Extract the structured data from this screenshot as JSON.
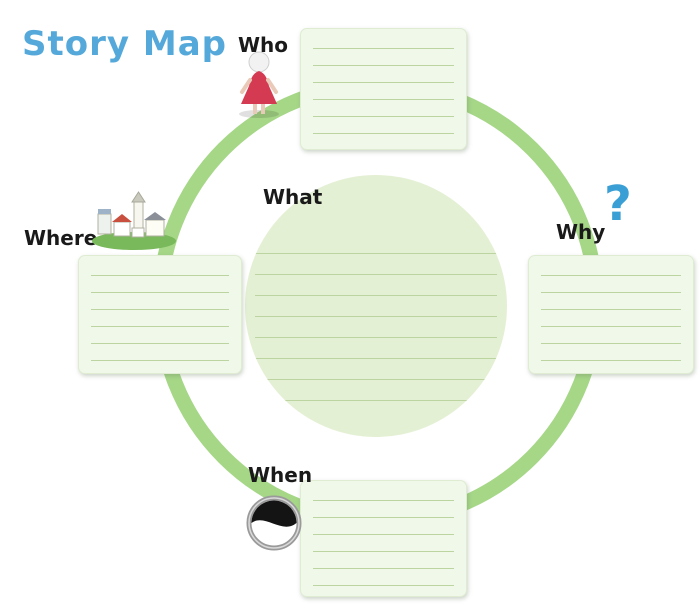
{
  "title": "Story Map",
  "nodes": {
    "who": {
      "label": "Who"
    },
    "what": {
      "label": "What"
    },
    "where": {
      "label": "Where"
    },
    "why": {
      "label": "Why"
    },
    "when": {
      "label": "When"
    }
  },
  "icons": {
    "who": "person-icon",
    "where": "village-icon",
    "why": "question-mark-icon",
    "when": "clock-icon",
    "why_glyph": "?"
  },
  "colors": {
    "title": "#55a9da",
    "ring": "#a5d787",
    "center_fill": "#e4f0d4",
    "note_fill": "#f0f8e9",
    "rule_line": "#bcd4a0",
    "question_mark": "#3a9fd4",
    "dress_red": "#d43a52"
  }
}
